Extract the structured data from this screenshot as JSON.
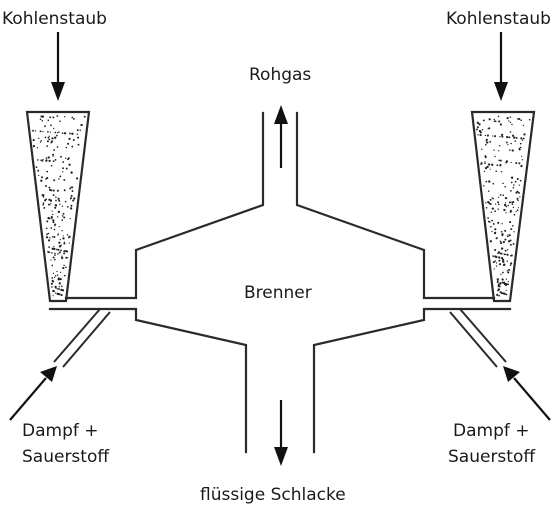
{
  "labels": {
    "coal_left": "Kohlenstaub",
    "coal_right": "Kohlenstaub",
    "raw_gas": "Rohgas",
    "burner": "Brenner",
    "steam_left_1": "Dampf +",
    "steam_left_2": "Sauerstoff",
    "steam_right_1": "Dampf +",
    "steam_right_2": "Sauerstoff",
    "slag": "flüssige Schlacke"
  },
  "colors": {
    "line": "#2a2a2a",
    "text": "#1a1a1a",
    "background": "#ffffff"
  }
}
